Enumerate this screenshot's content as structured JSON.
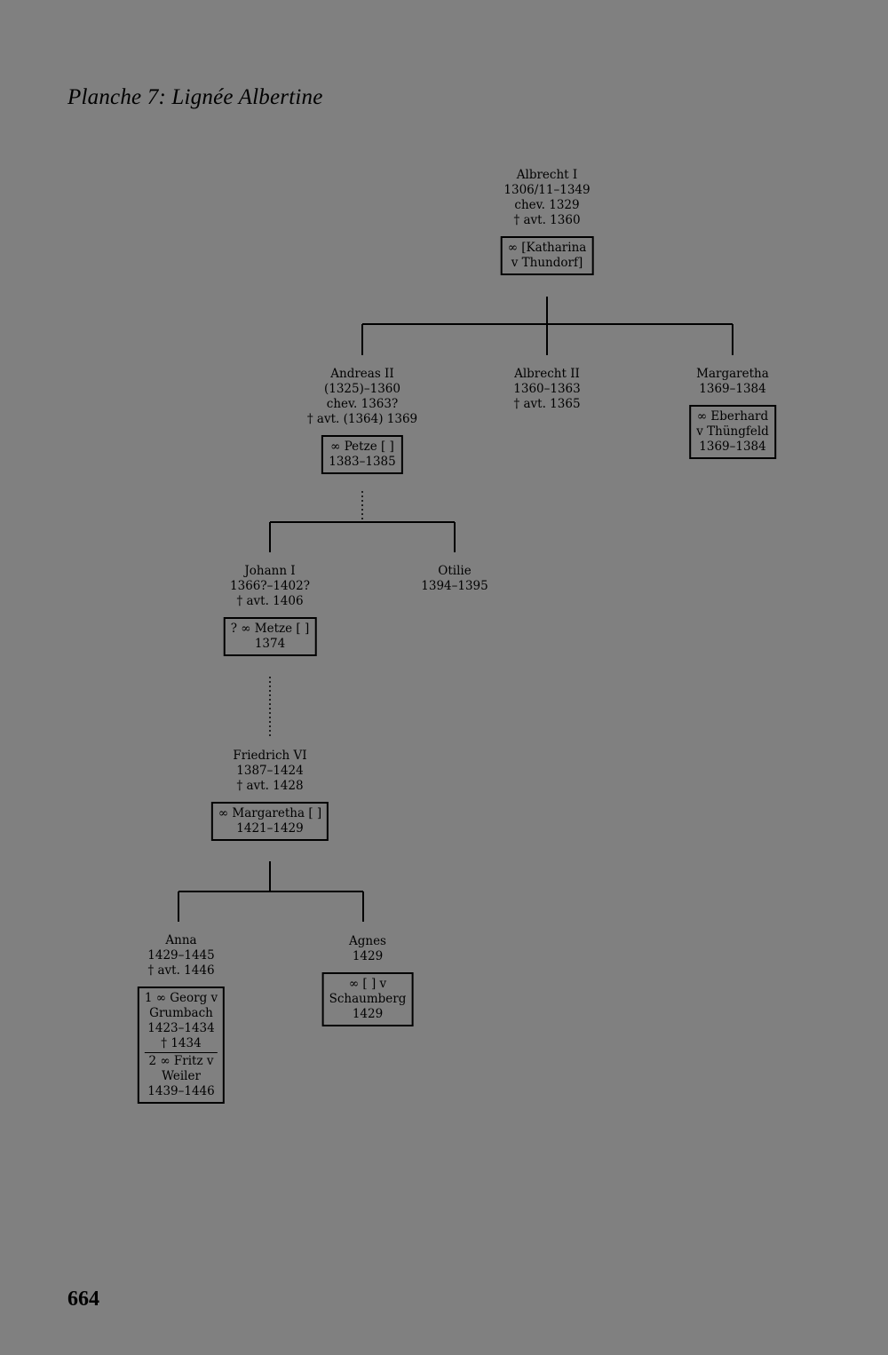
{
  "title": "Planche 7: Lignée Albertine",
  "page_number": "664",
  "people": {
    "albrecht1": {
      "name": "Albrecht I",
      "lines": [
        "1306/11–1349",
        "chev. 1329",
        "† avt. 1360"
      ],
      "spouse_lines": [
        "∞ [Katharina",
        "v Thundorf]"
      ]
    },
    "andreas2": {
      "name": "Andreas II",
      "lines": [
        "(1325)–1360",
        "chev. 1363?",
        "† avt. (1364) 1369"
      ],
      "spouse_lines": [
        "∞ Petze [ ]",
        "1383–1385"
      ]
    },
    "albrecht2": {
      "name": "Albrecht II",
      "lines": [
        "1360–1363",
        "† avt. 1365"
      ]
    },
    "margaretha": {
      "name": "Margaretha",
      "lines": [
        "1369–1384"
      ],
      "spouse_lines": [
        "∞ Eberhard",
        "v Thüngfeld",
        "1369–1384"
      ]
    },
    "johann1": {
      "name": "Johann I",
      "lines": [
        "1366?–1402?",
        "† avt. 1406"
      ],
      "spouse_lines": [
        "? ∞ Metze [ ]",
        "1374"
      ]
    },
    "otilie": {
      "name": "Otilie",
      "lines": [
        "1394–1395"
      ]
    },
    "friedrich6": {
      "name": "Friedrich VI",
      "lines": [
        "1387–1424",
        "† avt. 1428"
      ],
      "spouse_lines": [
        "∞ Margaretha [ ]",
        "1421–1429"
      ]
    },
    "anna": {
      "name": "Anna",
      "lines": [
        "1429–1445",
        "† avt. 1446"
      ],
      "spouse_lines": [
        "1 ∞ Georg v",
        "Grumbach",
        "1423–1434",
        "† 1434"
      ],
      "spouse2_lines": [
        "2 ∞ Fritz v",
        "Weiler",
        "1439–1446"
      ]
    },
    "agnes": {
      "name": "Agnes",
      "lines": [
        "1429"
      ],
      "spouse_lines": [
        "∞ [ ] v",
        "Schaumberg",
        "1429"
      ]
    }
  }
}
